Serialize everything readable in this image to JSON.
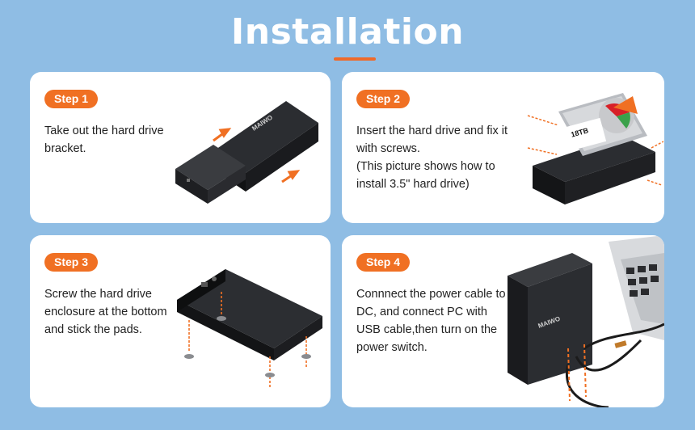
{
  "header": {
    "title": "Installation"
  },
  "steps": [
    {
      "badge": "Step 1",
      "text": "Take out the hard drive bracket."
    },
    {
      "badge": "Step 2",
      "text_lines": [
        "Insert the hard drive and fix it with screws.",
        "(This picture shows how to install 3.5\" hard drive)"
      ]
    },
    {
      "badge": "Step 3",
      "text": "Screw the hard drive enclosure at the bottom and stick the pads."
    },
    {
      "badge": "Step 4",
      "text": "Connnect the power cable to DC, and connect PC with USB cable,then turn on the power switch."
    }
  ],
  "product": {
    "brand": "MAIWO",
    "drive_capacity": "18TB"
  },
  "colors": {
    "background": "#8fbde4",
    "accent": "#f07023",
    "card": "#ffffff"
  }
}
